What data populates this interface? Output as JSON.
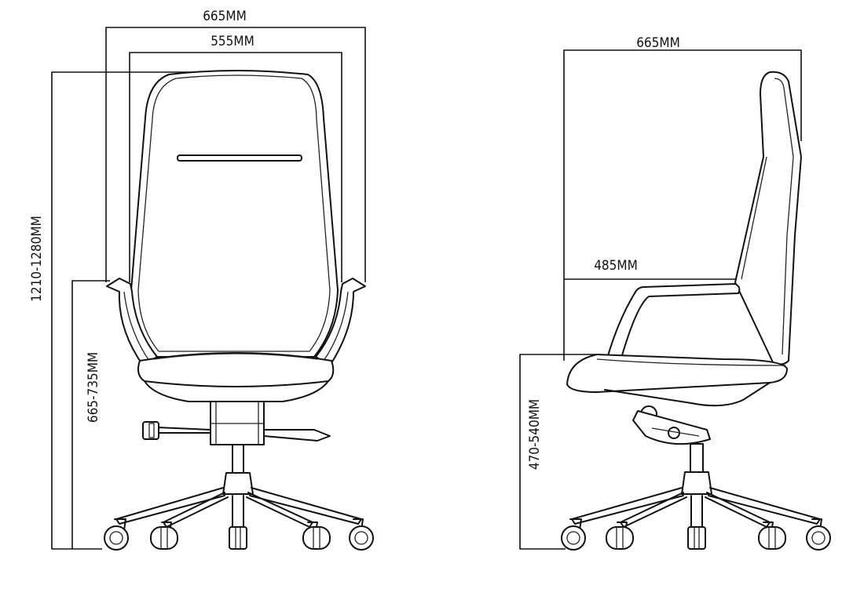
{
  "front_view": {
    "overall_width": "665MM",
    "seat_width": "555MM",
    "overall_height": "1210-1280MM",
    "armrest_height": "665-735MM"
  },
  "side_view": {
    "overall_depth": "665MM",
    "seat_depth": "485MM",
    "seat_height": "470-540MM"
  },
  "colors": {
    "line": "#111111",
    "background": "#ffffff"
  }
}
